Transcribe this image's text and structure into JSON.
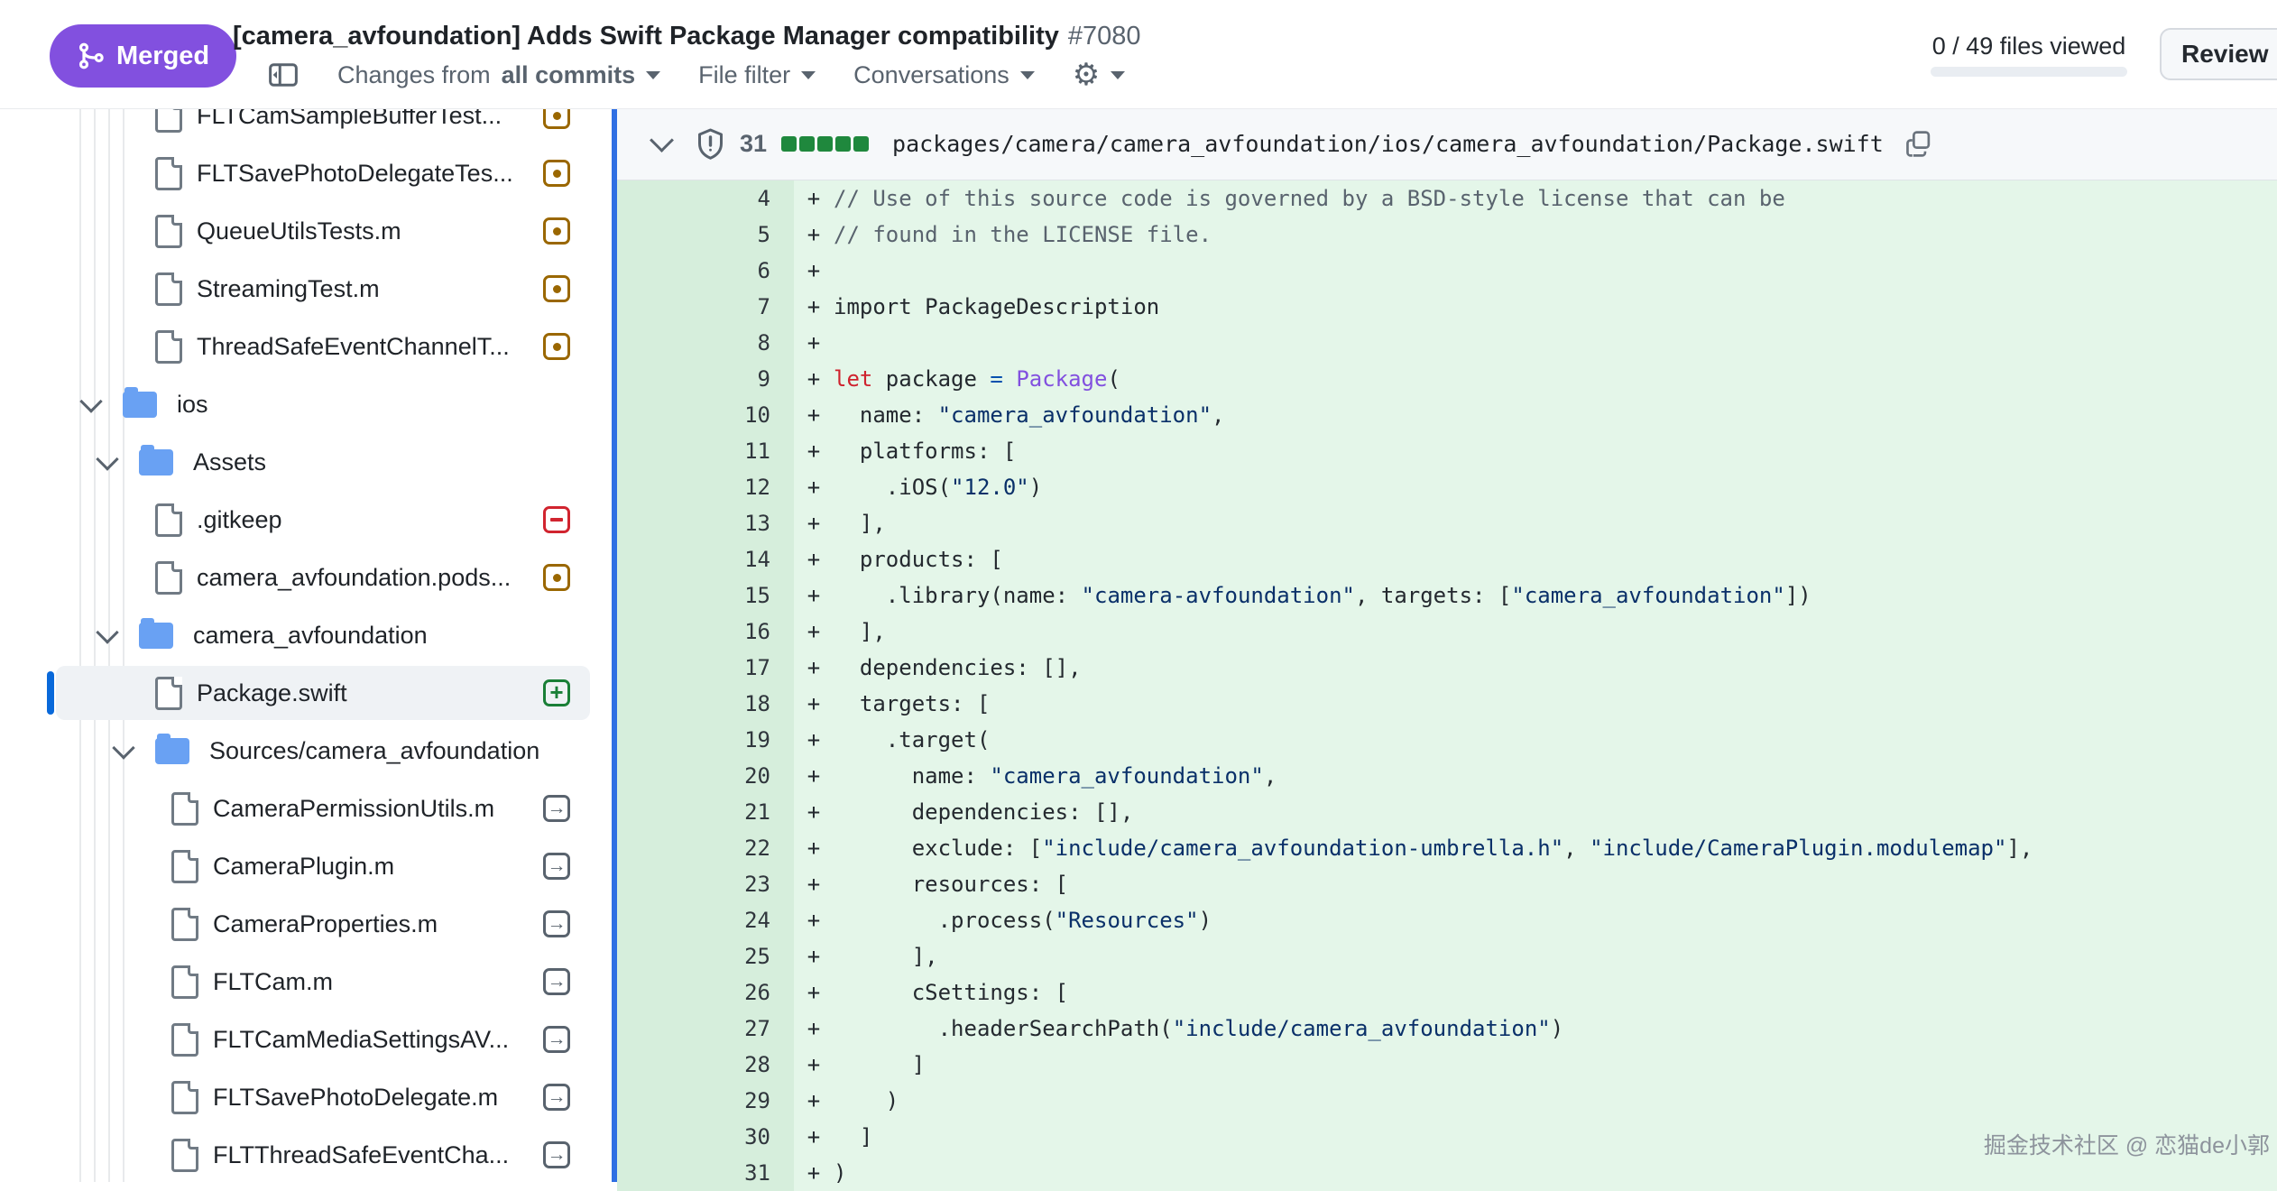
{
  "header": {
    "merged_label": "Merged",
    "title": "[camera_avfoundation] Adds Swift Package Manager compatibility",
    "pr_number": "#7080",
    "toolbar": {
      "changes_from_label": "Changes from",
      "changes_from_value": "all commits",
      "file_filter_label": "File filter",
      "conversations_label": "Conversations"
    },
    "review": {
      "files_viewed": "0 / 49 files viewed",
      "progress_percent": 0,
      "review_button_label": "Review in"
    }
  },
  "sidebar": {
    "items": [
      {
        "label": "FLTCamSampleBufferTest...",
        "type": "file",
        "status": "modified",
        "depth": 3
      },
      {
        "label": "FLTSavePhotoDelegateTes...",
        "type": "file",
        "status": "modified",
        "depth": 3
      },
      {
        "label": "QueueUtilsTests.m",
        "type": "file",
        "status": "modified",
        "depth": 3
      },
      {
        "label": "StreamingTest.m",
        "type": "file",
        "status": "modified",
        "depth": 3
      },
      {
        "label": "ThreadSafeEventChannelT...",
        "type": "file",
        "status": "modified",
        "depth": 3
      },
      {
        "label": "ios",
        "type": "folder",
        "expanded": true,
        "depth": 1
      },
      {
        "label": "Assets",
        "type": "folder",
        "expanded": true,
        "depth": 2
      },
      {
        "label": ".gitkeep",
        "type": "file",
        "status": "removed",
        "depth": 3
      },
      {
        "label": "camera_avfoundation.pods...",
        "type": "file",
        "status": "modified",
        "depth": 3
      },
      {
        "label": "camera_avfoundation",
        "type": "folder",
        "expanded": true,
        "depth": 2
      },
      {
        "label": "Package.swift",
        "type": "file",
        "status": "added",
        "depth": 3,
        "selected": true
      },
      {
        "label": "Sources/camera_avfoundation",
        "type": "folder",
        "expanded": true,
        "depth": 3
      },
      {
        "label": "CameraPermissionUtils.m",
        "type": "file",
        "status": "moved",
        "depth": 4
      },
      {
        "label": "CameraPlugin.m",
        "type": "file",
        "status": "moved",
        "depth": 4
      },
      {
        "label": "CameraProperties.m",
        "type": "file",
        "status": "moved",
        "depth": 4
      },
      {
        "label": "FLTCam.m",
        "type": "file",
        "status": "moved",
        "depth": 4
      },
      {
        "label": "FLTCamMediaSettingsAV...",
        "type": "file",
        "status": "moved",
        "depth": 4
      },
      {
        "label": "FLTSavePhotoDelegate.m",
        "type": "file",
        "status": "moved",
        "depth": 4
      },
      {
        "label": "FLTThreadSafeEventCha...",
        "type": "file",
        "status": "moved",
        "depth": 4
      }
    ]
  },
  "diff": {
    "file_header": {
      "changes_count": "31",
      "diffstat_squares": 5,
      "path": "packages/camera/camera_avfoundation/ios/camera_avfoundation/Package.swift"
    },
    "lines": [
      {
        "n": "4",
        "sign": "+",
        "tokens": [
          [
            "com",
            "// Use of this source code is governed by a BSD-style license that can be"
          ]
        ]
      },
      {
        "n": "5",
        "sign": "+",
        "tokens": [
          [
            "com",
            "// found in the LICENSE file."
          ]
        ]
      },
      {
        "n": "6",
        "sign": "+",
        "tokens": []
      },
      {
        "n": "7",
        "sign": "+",
        "tokens": [
          [
            "def",
            "import PackageDescription"
          ]
        ]
      },
      {
        "n": "8",
        "sign": "+",
        "tokens": []
      },
      {
        "n": "9",
        "sign": "+",
        "tokens": [
          [
            "key",
            "let"
          ],
          [
            "def",
            " package "
          ],
          [
            "op",
            "="
          ],
          [
            "def",
            " "
          ],
          [
            "typ",
            "Package"
          ],
          [
            "def",
            "("
          ]
        ]
      },
      {
        "n": "10",
        "sign": "+",
        "tokens": [
          [
            "def",
            "  name: "
          ],
          [
            "str",
            "\"camera_avfoundation\""
          ],
          [
            "def",
            ","
          ]
        ]
      },
      {
        "n": "11",
        "sign": "+",
        "tokens": [
          [
            "def",
            "  platforms: ["
          ]
        ]
      },
      {
        "n": "12",
        "sign": "+",
        "tokens": [
          [
            "def",
            "    .iOS("
          ],
          [
            "str",
            "\"12.0\""
          ],
          [
            "def",
            ")"
          ]
        ]
      },
      {
        "n": "13",
        "sign": "+",
        "tokens": [
          [
            "def",
            "  ],"
          ]
        ]
      },
      {
        "n": "14",
        "sign": "+",
        "tokens": [
          [
            "def",
            "  products: ["
          ]
        ]
      },
      {
        "n": "15",
        "sign": "+",
        "tokens": [
          [
            "def",
            "    .library(name: "
          ],
          [
            "str",
            "\"camera-avfoundation\""
          ],
          [
            "def",
            ", targets: ["
          ],
          [
            "str",
            "\"camera_avfoundation\""
          ],
          [
            "def",
            "])"
          ]
        ]
      },
      {
        "n": "16",
        "sign": "+",
        "tokens": [
          [
            "def",
            "  ],"
          ]
        ]
      },
      {
        "n": "17",
        "sign": "+",
        "tokens": [
          [
            "def",
            "  dependencies: [],"
          ]
        ]
      },
      {
        "n": "18",
        "sign": "+",
        "tokens": [
          [
            "def",
            "  targets: ["
          ]
        ]
      },
      {
        "n": "19",
        "sign": "+",
        "tokens": [
          [
            "def",
            "    .target("
          ]
        ]
      },
      {
        "n": "20",
        "sign": "+",
        "tokens": [
          [
            "def",
            "      name: "
          ],
          [
            "str",
            "\"camera_avfoundation\""
          ],
          [
            "def",
            ","
          ]
        ]
      },
      {
        "n": "21",
        "sign": "+",
        "tokens": [
          [
            "def",
            "      dependencies: [],"
          ]
        ]
      },
      {
        "n": "22",
        "sign": "+",
        "tokens": [
          [
            "def",
            "      exclude: ["
          ],
          [
            "str",
            "\"include/camera_avfoundation-umbrella.h\""
          ],
          [
            "def",
            ", "
          ],
          [
            "str",
            "\"include/CameraPlugin.modulemap\""
          ],
          [
            "def",
            "],"
          ]
        ]
      },
      {
        "n": "23",
        "sign": "+",
        "tokens": [
          [
            "def",
            "      resources: ["
          ]
        ]
      },
      {
        "n": "24",
        "sign": "+",
        "tokens": [
          [
            "def",
            "        .process("
          ],
          [
            "str",
            "\"Resources\""
          ],
          [
            "def",
            ")"
          ]
        ]
      },
      {
        "n": "25",
        "sign": "+",
        "tokens": [
          [
            "def",
            "      ],"
          ]
        ]
      },
      {
        "n": "26",
        "sign": "+",
        "tokens": [
          [
            "def",
            "      cSettings: ["
          ]
        ]
      },
      {
        "n": "27",
        "sign": "+",
        "tokens": [
          [
            "def",
            "        .headerSearchPath("
          ],
          [
            "str",
            "\"include/camera_avfoundation\""
          ],
          [
            "def",
            ")"
          ]
        ]
      },
      {
        "n": "28",
        "sign": "+",
        "tokens": [
          [
            "def",
            "      ]"
          ]
        ]
      },
      {
        "n": "29",
        "sign": "+",
        "tokens": [
          [
            "def",
            "    )"
          ]
        ]
      },
      {
        "n": "30",
        "sign": "+",
        "tokens": [
          [
            "def",
            "  ]"
          ]
        ]
      },
      {
        "n": "31",
        "sign": "+",
        "tokens": [
          [
            "def",
            ")"
          ]
        ]
      }
    ]
  },
  "watermark": "掘金技术社区 @ 恋猫de小郭",
  "colors": {
    "merged_purple": "#8250df",
    "accent_blue": "#0969da",
    "divider_blue": "#2f6fe3",
    "addition_code_bg": "#e4f6e9",
    "addition_gutter_bg": "#d6eedc",
    "diffstat_green": "#1f883d",
    "status_modified": "#9a6700",
    "status_removed": "#d1242f",
    "status_added": "#1a7f37",
    "status_moved": "#59636e",
    "string_token": "#0a3069",
    "keyword_token": "#cf222e",
    "type_token": "#8250df",
    "comment_token": "#59636e"
  }
}
